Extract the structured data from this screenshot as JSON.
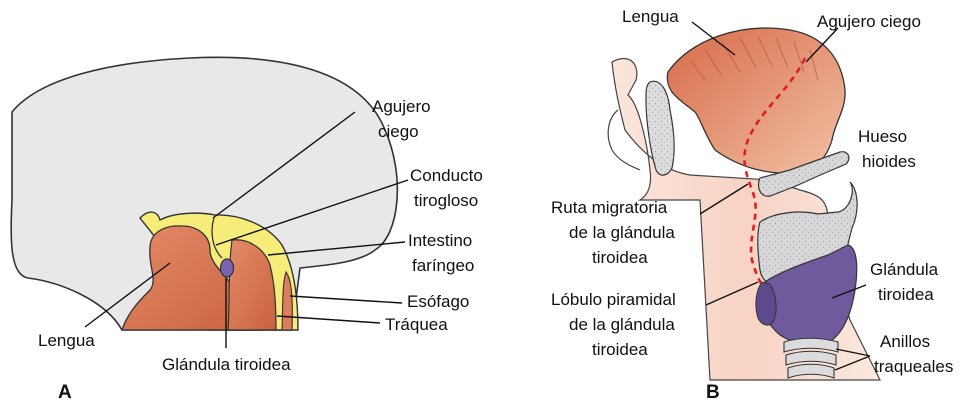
{
  "panel_a": {
    "letter": "A",
    "labels": {
      "agujero_ciego_1": "Agujero",
      "agujero_ciego_2": "ciego",
      "conducto_1": "Conducto",
      "conducto_2": "tirogloso",
      "intestino_1": "Intestino",
      "intestino_2": "faríngeo",
      "esofago": "Esófago",
      "traquea": "Tráquea",
      "lengua": "Lengua",
      "glandula": "Glándula tiroidea"
    }
  },
  "panel_b": {
    "letter": "B",
    "labels": {
      "lengua": "Lengua",
      "agujero_ciego": "Agujero ciego",
      "hueso_1": "Hueso",
      "hueso_2": "hioides",
      "ruta_1": "Ruta migratoria",
      "ruta_2": "de la glándula",
      "ruta_3": "tiroidea",
      "glandula_1": "Glándula",
      "glandula_2": "tiroidea",
      "lobulo_1": "Lóbulo piramidal",
      "lobulo_2": "de la glándula",
      "lobulo_3": "tiroidea",
      "anillos_1": "Anillos",
      "anillos_2": "traqueales"
    }
  },
  "colors": {
    "embryo_gray": "#e8e8e9",
    "tongue_orange": "#d9795a",
    "endoderm_yellow": "#f5ec7a",
    "skin_pink": "#f7d6c8",
    "thyroid_purple": "#6f5a9e",
    "cartilage_gray": "#d7d7d9",
    "migration_red": "#e02020"
  }
}
